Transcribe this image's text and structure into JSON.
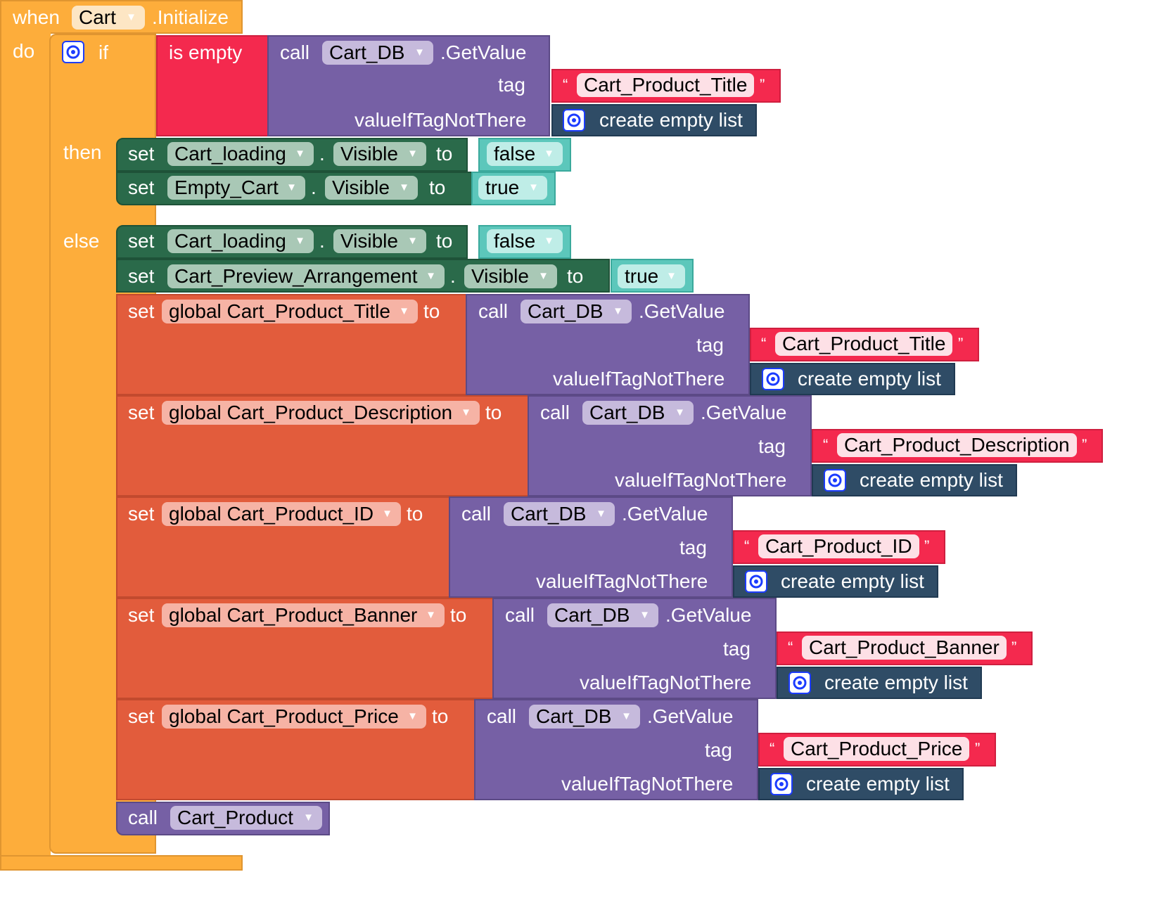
{
  "event": {
    "when": "when",
    "component": "Cart",
    "event_name": ".Initialize",
    "do": "do"
  },
  "ifblock": {
    "if": "if",
    "then": "then",
    "else": "else"
  },
  "is_empty": "is empty",
  "labels": {
    "call": "call",
    "getvalue": ".GetValue",
    "tag": "tag",
    "value_if": "valueIfTagNotThere",
    "create_empty_list": "create empty list",
    "set": "set",
    "to": "to",
    "dot": ".",
    "open_quote": "“",
    "close_quote": "”"
  },
  "db": "Cart_DB",
  "condition_tag": "Cart_Product_Title",
  "then_sets": [
    {
      "component": "Cart_loading",
      "property": "Visible",
      "value": "false"
    },
    {
      "component": "Empty_Cart",
      "property": "Visible",
      "value": "true"
    }
  ],
  "else_sets": [
    {
      "component": "Cart_loading",
      "property": "Visible",
      "value": "false"
    },
    {
      "component": "Cart_Preview_Arrangement",
      "property": "Visible",
      "value": "true"
    }
  ],
  "global_sets": [
    {
      "variable": "global Cart_Product_Title",
      "tag": "Cart_Product_Title"
    },
    {
      "variable": "global Cart_Product_Description",
      "tag": "Cart_Product_Description"
    },
    {
      "variable": "global Cart_Product_ID",
      "tag": "Cart_Product_ID"
    },
    {
      "variable": "global Cart_Product_Banner",
      "tag": "Cart_Product_Banner"
    },
    {
      "variable": "global Cart_Product_Price",
      "tag": "Cart_Product_Price"
    }
  ],
  "final_call": {
    "call": "call",
    "procedure": "Cart_Product"
  },
  "colors": {
    "event": "#fdad3b",
    "component_setter": "#2a6a4a",
    "logic": "#5cc7bb",
    "global": "#e25c3c",
    "component_call": "#7660a5",
    "text": "#f4294e",
    "list": "#2f4c66"
  },
  "icons": {
    "dropdown": "dropdown-arrow-icon",
    "mutator": "gear-icon"
  }
}
